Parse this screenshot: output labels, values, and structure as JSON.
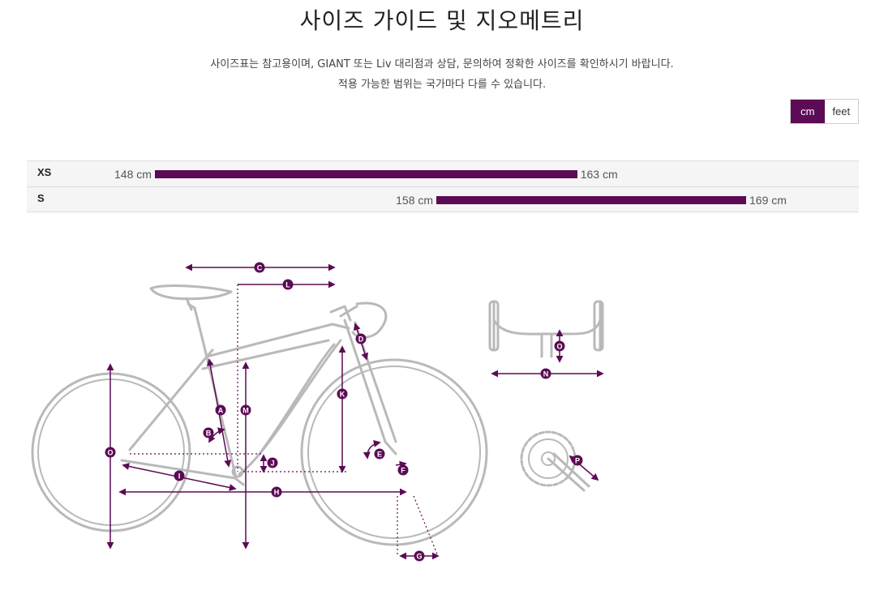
{
  "title": "사이즈 가이드 및 지오메트리",
  "description": {
    "line1": "사이즈표는 참고용이며, GIANT 또는 Liv 대리점과 상담, 문의하여 정확한 사이즈를 확인하시기 바랍니다.",
    "line2": "적용 가능한 범위는 국가마다 다를 수 있습니다."
  },
  "unit_toggle": {
    "active": "cm",
    "inactive": "feet"
  },
  "colors": {
    "accent": "#5c0b55",
    "frame": "#b9b9b9"
  },
  "size_chart": {
    "rows": [
      {
        "size": "XS",
        "min": 148,
        "max": 163,
        "min_label": "148 cm",
        "max_label": "163 cm"
      },
      {
        "size": "S",
        "min": 158,
        "max": 169,
        "min_label": "158 cm",
        "max_label": "169 cm"
      }
    ]
  },
  "geometry_markers": {
    "A": "A",
    "B": "B",
    "C": "C",
    "D": "D",
    "E": "E",
    "F": "F",
    "G": "G",
    "H": "H",
    "I": "I",
    "J": "J",
    "K": "K",
    "L": "L",
    "M": "M",
    "N": "N",
    "O1": "O",
    "O2": "O",
    "P": "P"
  }
}
